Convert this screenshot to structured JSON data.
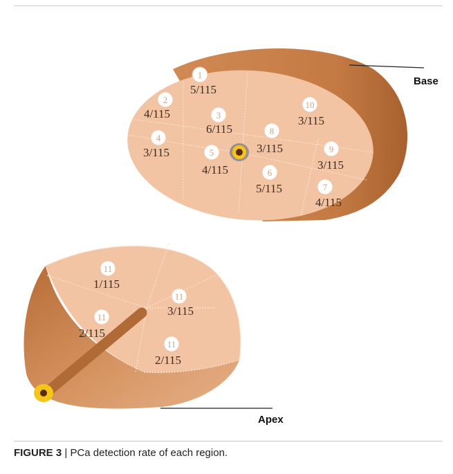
{
  "base_label": "Base",
  "apex_label": "Apex",
  "caption": {
    "figure_label": "FIGURE 3",
    "separator": "|",
    "text": "PCa detection rate of each region."
  },
  "colors": {
    "body_dark": "#c27a45",
    "body_mid": "#d99b6c",
    "face": "#f2c4a4",
    "urethra_ring": "#f5c518",
    "urethra_core": "#5a2a12"
  },
  "base_regions": [
    {
      "id": "1",
      "value": "5/115"
    },
    {
      "id": "2",
      "value": "4/115"
    },
    {
      "id": "3",
      "value": "6/115"
    },
    {
      "id": "4",
      "value": "3/115"
    },
    {
      "id": "5",
      "value": "4/115"
    },
    {
      "id": "6",
      "value": "5/115"
    },
    {
      "id": "7",
      "value": "4/115"
    },
    {
      "id": "8",
      "value": "3/115"
    },
    {
      "id": "9",
      "value": "3/115"
    },
    {
      "id": "10",
      "value": "3/115"
    }
  ],
  "apex_regions": [
    {
      "id": "11",
      "value": "1/115"
    },
    {
      "id": "11",
      "value": "3/115"
    },
    {
      "id": "11",
      "value": "2/115"
    },
    {
      "id": "11",
      "value": "2/115"
    }
  ]
}
